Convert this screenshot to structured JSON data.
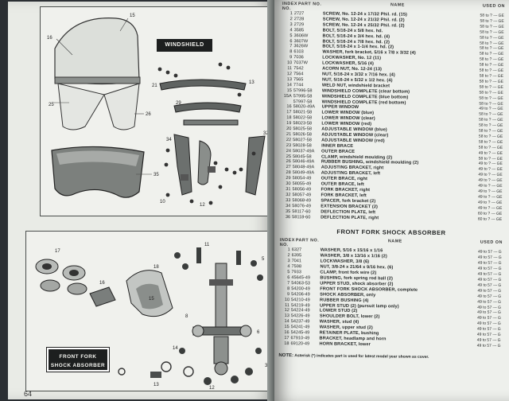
{
  "left_page": {
    "windshield_label": "WINDSHIELD",
    "shock_label_line1": "FRONT FORK",
    "shock_label_line2": "SHOCK ABSORBER",
    "page_number": "64"
  },
  "right_page": {
    "header": {
      "index": "INDEX NO.",
      "part": "PART NO.",
      "name": "NAME",
      "used_on": "USED ON"
    },
    "windshield_rows": [
      {
        "i": "1",
        "p": "2727",
        "n": "SCREW, No. 12-24 x 17/32 Phil. rd. (15)",
        "u": "58 to ? — GE"
      },
      {
        "i": "2",
        "p": "2728",
        "n": "SCREW, No. 12-24 x 21/32 Phil. rd. (2)",
        "u": "58 to ? — GE"
      },
      {
        "i": "3",
        "p": "2729",
        "n": "SCREW, No. 12-24 x 25/32 Phil. rd. (2)",
        "u": "58 to ? — GE"
      },
      {
        "i": "4",
        "p": "3585",
        "n": "BOLT, 5/16-24 x 5/8 hex. hd.",
        "u": "58 to ? — GE"
      },
      {
        "i": "5",
        "p": "3606W",
        "n": "BOLT, 5/16-24 x 3/4 hex. hd. (4)",
        "u": "58 to ? — GE"
      },
      {
        "i": "6",
        "p": "3607W",
        "n": "BOLT, 5/16-24 x 7/8 hex. hd. (2)",
        "u": "58 to ? — GE"
      },
      {
        "i": "7",
        "p": "3626W",
        "n": "BOLT, 5/16-24 x 1-1/4 hex. hd. (2)",
        "u": "58 to ? — GE"
      },
      {
        "i": "8",
        "p": "6103",
        "n": "WASHER, fork bracket, 5/16 x 7/8 x 3/32 (4)",
        "u": "58 to ? — GE"
      },
      {
        "i": "9",
        "p": "7036",
        "n": "LOCKWASHER, No. 12 (11)",
        "u": "58 to ? — GE"
      },
      {
        "i": "10",
        "p": "7037W",
        "n": "LOCKWASHER, 5/16 (4)",
        "u": "58 to ? — GE"
      },
      {
        "i": "11",
        "p": "7542",
        "n": "ACORN NUT, No. 12-24 (13)",
        "u": "58 to ? — GE"
      },
      {
        "i": "12",
        "p": "7564",
        "n": "NUT, 5/16-24 x 3/32 x 7/16 hex. (4)",
        "u": "58 to ? — GE"
      },
      {
        "i": "13",
        "p": "7565",
        "n": "NUT, 5/16-24 x 5/32 x 1/2 hex. (4)",
        "u": "58 to ? — GE"
      },
      {
        "i": "14",
        "p": "7744",
        "n": "WELD NUT, windshield bracket",
        "u": "58 to ? — GE"
      },
      {
        "i": "15",
        "p": "57996-58",
        "n": "WINDSHIELD COMPLETE (clear bottom)",
        "u": "58 to ? — GE"
      },
      {
        "i": "15A",
        "p": "57995-58",
        "n": "WINDSHIELD COMPLETE (blue bottom)",
        "u": "58 to ? — GE"
      },
      {
        "i": "",
        "p": "57997-58",
        "n": "WINDSHIELD COMPLETE (red bottom)",
        "u": "58 to ? — GE"
      },
      {
        "i": "16",
        "p": "58020-49A",
        "n": "UPPER WINDOW",
        "u": "49 to ? — GE"
      },
      {
        "i": "17",
        "p": "58021-58",
        "n": "LOWER WINDOW (blue)",
        "u": "58 to ? — GE"
      },
      {
        "i": "18",
        "p": "58022-58",
        "n": "LOWER WINDOW (clear)",
        "u": "58 to ? — GE"
      },
      {
        "i": "19",
        "p": "58023-58",
        "n": "LOWER WINDOW (red)",
        "u": "58 to ? — GE"
      },
      {
        "i": "20",
        "p": "58025-58",
        "n": "ADJUSTABLE WINDOW (blue)",
        "u": "58 to ? — GE"
      },
      {
        "i": "21",
        "p": "58026-58",
        "n": "ADJUSTABLE WINDOW (clear)",
        "u": "58 to ? — GE"
      },
      {
        "i": "22",
        "p": "58027-58",
        "n": "ADJUSTABLE WINDOW (red)",
        "u": "58 to ? — GE"
      },
      {
        "i": "23",
        "p": "58028-58",
        "n": "INNER BRACE",
        "u": "58 to ? — GE"
      },
      {
        "i": "24",
        "p": "58037-49A",
        "n": "OUTER BRACE",
        "u": "49 to ? — GE"
      },
      {
        "i": "25",
        "p": "58045-58",
        "n": "CLAMP, windshield moulding (2)",
        "u": "58 to ? — GE"
      },
      {
        "i": "26",
        "p": "58046-49A",
        "n": "RUBBER BUSHING, windshield moulding (2)",
        "u": "49 to ? — GE"
      },
      {
        "i": "27",
        "p": "58048-49A",
        "n": "ADJUSTING BRACKET, right",
        "u": "49 to ? — GE"
      },
      {
        "i": "28",
        "p": "58049-49A",
        "n": "ADJUSTING BRACKET, left",
        "u": "49 to ? — GE"
      },
      {
        "i": "29",
        "p": "58054-49",
        "n": "OUTER BRACE, right",
        "u": "49 to ? — GE"
      },
      {
        "i": "30",
        "p": "58055-49",
        "n": "OUTER BRACE, left",
        "u": "49 to ? — GE"
      },
      {
        "i": "31",
        "p": "58056-49",
        "n": "FORK BRACKET, right",
        "u": "49 to ? — GE"
      },
      {
        "i": "32",
        "p": "58057-49",
        "n": "FORK BRACKET, left",
        "u": "49 to ? — GE"
      },
      {
        "i": "33",
        "p": "58068-49",
        "n": "SPACER, fork bracket (2)",
        "u": "49 to ? — GE"
      },
      {
        "i": "34",
        "p": "58076-49",
        "n": "EXTENSION BRACKET (2)",
        "u": "49 to ? — GE"
      },
      {
        "i": "35",
        "p": "58117-60",
        "n": "DEFLECTION PLATE, left",
        "u": "60 to ? — GE"
      },
      {
        "i": "36",
        "p": "58118-60",
        "n": "DEFLECTION PLATE, right",
        "u": "60 to ? — GE"
      }
    ],
    "shock_title": "FRONT FORK SHOCK ABSORBER",
    "shock_rows": [
      {
        "i": "1",
        "p": "6327",
        "n": "WASHER, 5/16 x 15/16 x 1/16",
        "u": "49 to 57 — G"
      },
      {
        "i": "2",
        "p": "6395",
        "n": "WASHER, 3/8 x 13/16 x 1/16 (2)",
        "u": "49 to 57 — G"
      },
      {
        "i": "3",
        "p": "7041",
        "n": "LOCKWASHER, 3/8 (6)",
        "u": "49 to 57 — G"
      },
      {
        "i": "4",
        "p": "7598",
        "n": "NUT, 3/8-24 x 21/64 x 9/16 hex. (6)",
        "u": "49 to 57 — G"
      },
      {
        "i": "5",
        "p": "7933",
        "n": "CLAMP, front fork wire (2)",
        "u": "49 to 57 — G"
      },
      {
        "i": "6",
        "p": "45645-49",
        "n": "BUSHING, fork spring rod ball (2)",
        "u": "49 to 57 — G"
      },
      {
        "i": "7",
        "p": "54063-53",
        "n": "UPPER STUD, shock absorber (2)",
        "u": "49 to 57 — G"
      },
      {
        "i": "8",
        "p": "54200-49",
        "n": "FRONT FORK SHOCK ABSORBER, complete",
        "u": "49 to 57 — G"
      },
      {
        "i": "9",
        "p": "54206-49",
        "n": "SHOCK ABSORBER, only",
        "u": "49 to 57 — G"
      },
      {
        "i": "10",
        "p": "54210-49",
        "n": "RUBBER BUSHING (4)",
        "u": "49 to 57 — G"
      },
      {
        "i": "11",
        "p": "54219-49",
        "n": "UPPER STUD (2) (pursuit lamp only)",
        "u": "49 to 57 — G"
      },
      {
        "i": "12",
        "p": "54224-49",
        "n": "LOWER STUD (2)",
        "u": "49 to 57 — G"
      },
      {
        "i": "13",
        "p": "54226-49",
        "n": "SHOULDER BOLT, lower (2)",
        "u": "49 to 57 — G"
      },
      {
        "i": "14",
        "p": "54237-49",
        "n": "WASHER, stud (4)",
        "u": "49 to 57 — G"
      },
      {
        "i": "15",
        "p": "54241-49",
        "n": "WASHER, upper stud (2)",
        "u": "49 to 57 — G"
      },
      {
        "i": "16",
        "p": "54245-49",
        "n": "RETAINER PLATE, bushing",
        "u": "49 to 57 — G"
      },
      {
        "i": "17",
        "p": "67910-49",
        "n": "BRACKET, headlamp and horn",
        "u": "49 to 57 — G"
      },
      {
        "i": "18",
        "p": "69120-49",
        "n": "HORN BRACKET, lower",
        "u": "49 to 57 — G"
      }
    ],
    "note_label": "NOTE:",
    "note_text": "Asterisk (*) indicates part is used for latest model year shown as cover."
  }
}
